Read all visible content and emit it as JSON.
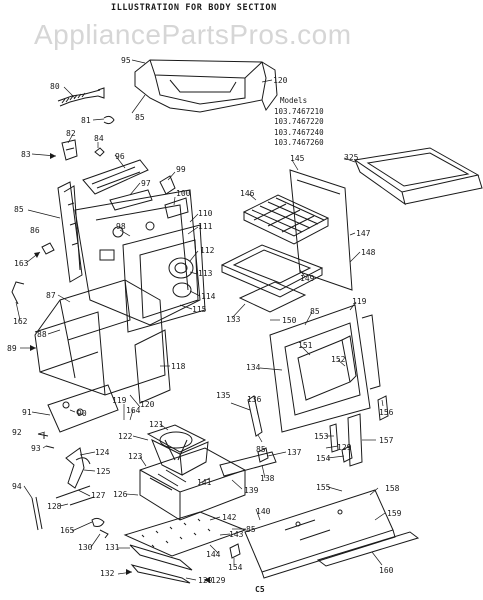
{
  "header": {
    "title": "ILLUSTRATION FOR BODY SECTION",
    "watermark": "AppliancePartsPros.com"
  },
  "models": {
    "heading": "Models",
    "numbers": [
      "103.7467210",
      "103.7467220",
      "103.7467240",
      "103.7467260"
    ]
  },
  "page_code": "C5",
  "callouts": [
    "80",
    "95",
    "120",
    "81",
    "85",
    "82",
    "84",
    "96",
    "83",
    "99",
    "97",
    "100",
    "85",
    "86",
    "98",
    "110",
    "111",
    "112",
    "163",
    "113",
    "87",
    "114",
    "115",
    "162",
    "88",
    "89",
    "118",
    "91",
    "90",
    "119",
    "164",
    "120",
    "92",
    "122",
    "121",
    "93",
    "124",
    "123",
    "125",
    "127",
    "94",
    "126",
    "128",
    "165",
    "130",
    "131",
    "132",
    "129",
    "145",
    "325",
    "146",
    "147",
    "148",
    "149",
    "133",
    "150",
    "85",
    "119",
    "151",
    "152",
    "134",
    "135",
    "136",
    "156",
    "153",
    "157",
    "85",
    "154",
    "129",
    "137",
    "138",
    "155",
    "158",
    "139",
    "140",
    "141",
    "142",
    "143",
    "144",
    "85",
    "159",
    "160",
    "154",
    "129"
  ]
}
